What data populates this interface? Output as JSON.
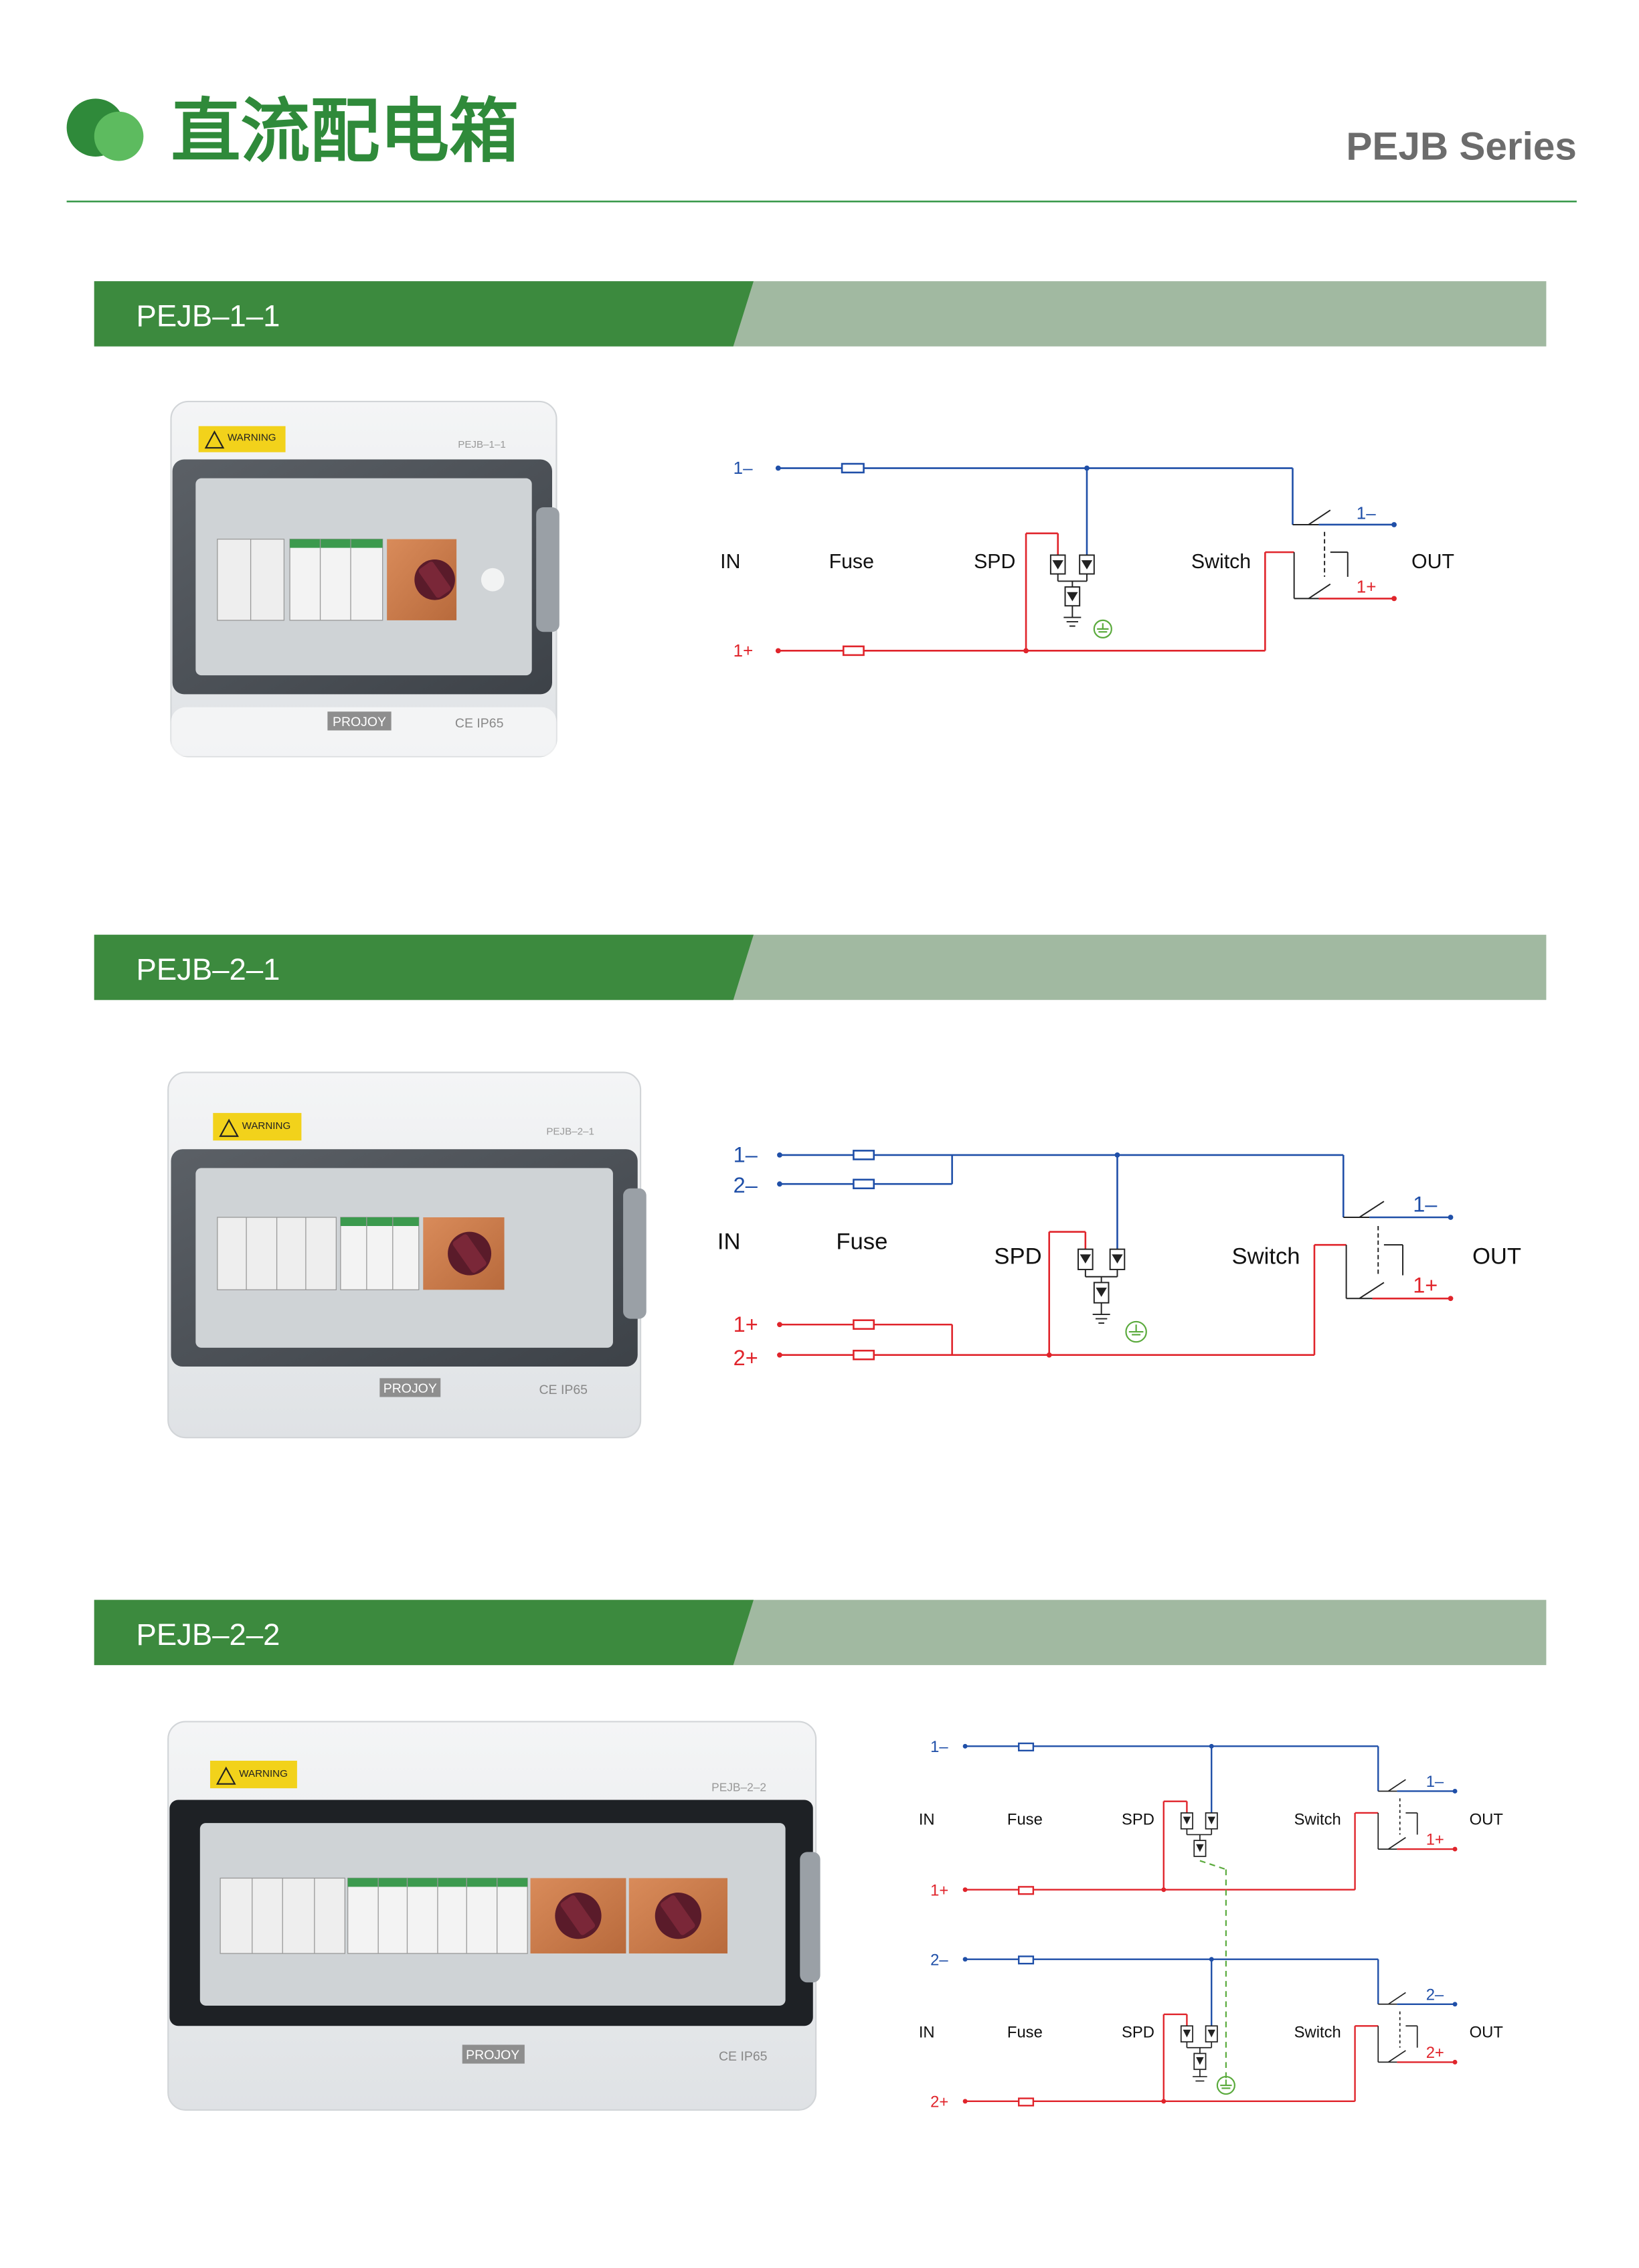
{
  "header": {
    "title": "直流配电箱",
    "series": "PEJB Series",
    "colors": {
      "logo_dark": "#2f8a3a",
      "logo_light": "#5dbb5f",
      "rule": "#3a9a4c"
    }
  },
  "colors": {
    "banner_green": "#3c8a3e",
    "banner_gray": "#a1b9a1",
    "negative_wire": "#1f4fa8",
    "positive_wire": "#e0242b",
    "earth_wire": "#5aaa3c"
  },
  "sections": [
    {
      "model": "PEJB–1–1",
      "photo": {
        "warning": "WARNING",
        "model_tag": "PEJB–1–1",
        "brand": "PROJOY",
        "marks": "CE  IP65"
      },
      "diagram": {
        "in": "IN",
        "fuse": "Fuse",
        "spd": "SPD",
        "switch": "Switch",
        "out": "OUT",
        "in_neg": [
          "1–"
        ],
        "in_pos": [
          "1+"
        ],
        "out_neg": "1–",
        "out_pos": "1+"
      }
    },
    {
      "model": "PEJB–2–1",
      "photo": {
        "warning": "WARNING",
        "model_tag": "PEJB–2–1",
        "brand": "PROJOY",
        "marks": "CE  IP65"
      },
      "diagram": {
        "in": "IN",
        "fuse": "Fuse",
        "spd": "SPD",
        "switch": "Switch",
        "out": "OUT",
        "in_neg": [
          "1–",
          "2–"
        ],
        "in_pos": [
          "1+",
          "2+"
        ],
        "out_neg": "1–",
        "out_pos": "1+"
      }
    },
    {
      "model": "PEJB–2–2",
      "photo": {
        "warning": "WARNING",
        "model_tag": "PEJB–2–2",
        "brand": "PROJOY",
        "marks": "CE  IP65"
      },
      "diagram": {
        "circuits": [
          {
            "in": "IN",
            "fuse": "Fuse",
            "spd": "SPD",
            "switch": "Switch",
            "out": "OUT",
            "in_neg": "1–",
            "in_pos": "1+",
            "out_neg": "1–",
            "out_pos": "1+"
          },
          {
            "in": "IN",
            "fuse": "Fuse",
            "spd": "SPD",
            "switch": "Switch",
            "out": "OUT",
            "in_neg": "2–",
            "in_pos": "2+",
            "out_neg": "2–",
            "out_pos": "2+"
          }
        ]
      }
    }
  ]
}
